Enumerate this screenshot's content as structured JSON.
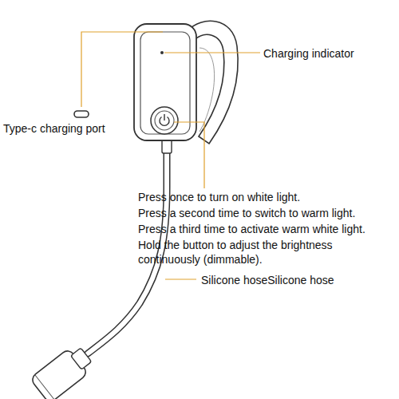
{
  "diagram": {
    "labels": [
      "Charging indicator",
      "Type-c charging port",
      "Press once to turn on white light.",
      "Press a second time to switch to warm light.",
      "Press a third time to activate warm white light.",
      "Hold the button to adjust the brightness continuously (dimmable).",
      "Silicone hoseSilicone hose"
    ]
  }
}
